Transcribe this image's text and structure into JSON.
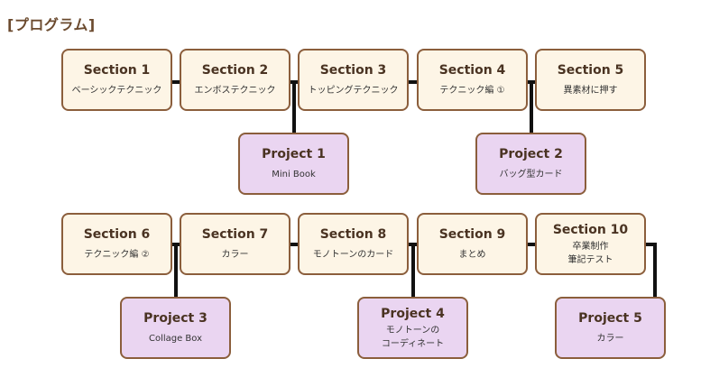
{
  "heading": "[プログラム]",
  "sections": [
    {
      "title": "Section 1",
      "subtitle": "ベーシックテクニック"
    },
    {
      "title": "Section 2",
      "subtitle": "エンボステクニック"
    },
    {
      "title": "Section 3",
      "subtitle": "トッピングテクニック"
    },
    {
      "title": "Section 4",
      "subtitle": "テクニック編 ①"
    },
    {
      "title": "Section 5",
      "subtitle": "異素材に押す"
    },
    {
      "title": "Section 6",
      "subtitle": "テクニック編 ②"
    },
    {
      "title": "Section 7",
      "subtitle": "カラー"
    },
    {
      "title": "Section 8",
      "subtitle": "モノトーンのカード"
    },
    {
      "title": "Section 9",
      "subtitle": "まとめ"
    },
    {
      "title": "Section 10",
      "subtitle": "卒業制作\n筆記テスト"
    }
  ],
  "projects": [
    {
      "title": "Project 1",
      "subtitle": "Mini Book"
    },
    {
      "title": "Project 2",
      "subtitle": "バッグ型カード"
    },
    {
      "title": "Project 3",
      "subtitle": "Collage Box"
    },
    {
      "title": "Project 4",
      "subtitle": "モノトーンの\nコーディネート"
    },
    {
      "title": "Project 5",
      "subtitle": "カラー"
    }
  ]
}
